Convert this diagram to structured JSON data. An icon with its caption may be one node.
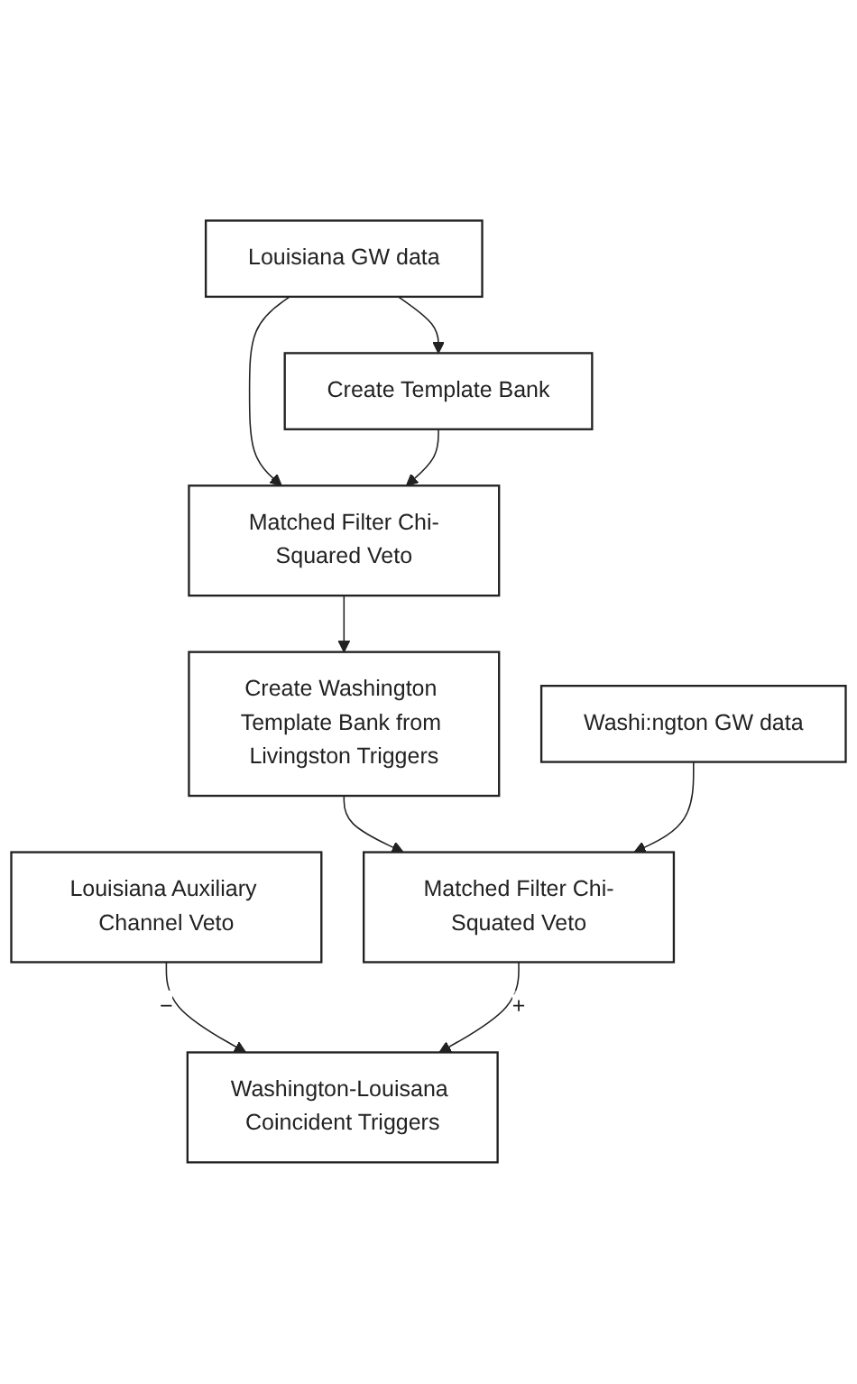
{
  "diagram": {
    "nodes": [
      {
        "text": [
          "Louisiana GW data"
        ]
      },
      {
        "text": [
          "Washi:ngton GW data"
        ]
      },
      {
        "text": [
          "Create Template Bank"
        ]
      },
      {
        "text": [
          "Matched Filter Chi-Squared Veto"
        ]
      },
      {
        "text": [
          "Create Washington Template Bank from Livingston Triggers"
        ]
      },
      {
        "text": [
          "Louisiana Auxiliary Channel Veto"
        ]
      },
      {
        "text": [
          "Matched Filter Chi-Squated Veto"
        ]
      },
      {
        "text": [
          "Washington-Louisana Coincident Triggers"
        ]
      }
    ],
    "edges": [
      {
        "from": 0,
        "to": 2,
        "arrow": "to"
      },
      {
        "from": 0,
        "to": 3,
        "arrow": "to"
      },
      {
        "from": 2,
        "to": 3,
        "arrow": "to"
      },
      {
        "from": 3,
        "to": 4,
        "arrow": "to"
      },
      {
        "from": 4,
        "to": 6,
        "arrow": "to"
      },
      {
        "from": 1,
        "to": 6,
        "arrow": "to"
      },
      {
        "from": 5,
        "to": 7,
        "arrow": "to",
        "label": "−"
      },
      {
        "from": 6,
        "to": 7,
        "arrow": "to",
        "label": "+"
      }
    ]
  }
}
